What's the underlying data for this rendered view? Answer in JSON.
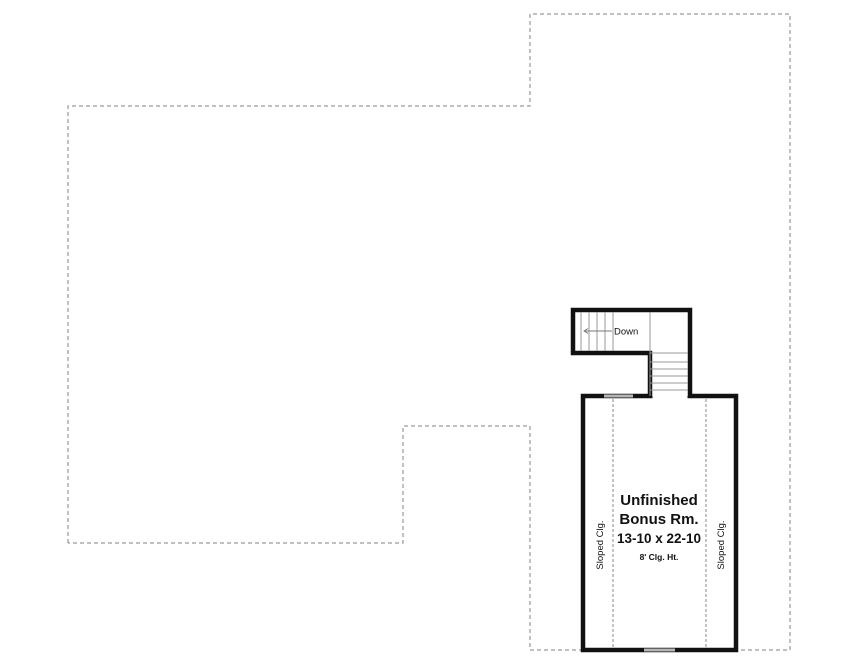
{
  "room": {
    "name_line1": "Unfinished",
    "name_line2": "Bonus Rm.",
    "dimensions": "13-10 x 22-10",
    "ceiling_height": "8' Clg. Ht."
  },
  "left_ceiling_label": "Sloped Clg.",
  "right_ceiling_label": "Sloped Clg.",
  "stair_label": "Down",
  "colors": {
    "wall": "#111111",
    "outline_dashed": "#9a9a9a",
    "slope_line": "#8a8a8a",
    "stair_line": "#9a9a9a",
    "opening": "#b5b5b5"
  }
}
